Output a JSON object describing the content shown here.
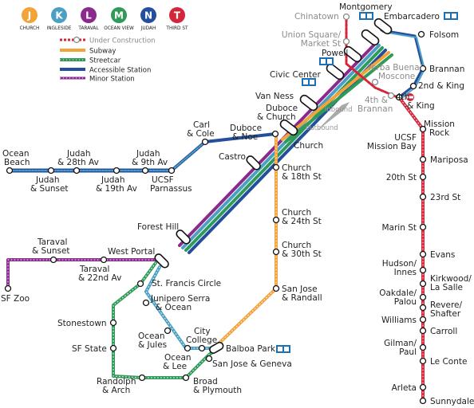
{
  "lines": [
    {
      "letter": "J",
      "name": "CHURCH",
      "color": "#f2a33a"
    },
    {
      "letter": "K",
      "name": "INGLESIDE",
      "color": "#4a9fc3"
    },
    {
      "letter": "L",
      "name": "TARAVAL",
      "color": "#8a2a8c"
    },
    {
      "letter": "M",
      "name": "OCEAN VIEW",
      "color": "#2f9a59"
    },
    {
      "letter": "N",
      "name": "JUDAH",
      "color": "#244f9c"
    },
    {
      "letter": "T",
      "name": "THIRD ST",
      "color": "#d4263a"
    }
  ],
  "legend": {
    "under_construction": "Under Construction",
    "subway": "Subway",
    "streetcar": "Streetcar",
    "accessible_station": "Accessible Station",
    "minor_station": "Minor Station"
  },
  "directions": {
    "inbound": "inbound",
    "outbound": "outbound"
  },
  "stations": {
    "montgomery": "Montgomery",
    "chinatown": "Chinatown",
    "embarcadero": "Embarcadero",
    "union_square_1": "Union Square/",
    "union_square_2": "Market St",
    "folsom": "Folsom",
    "powell": "Powell",
    "yerba_buena_1": "Yerba Buena/",
    "yerba_buena_2": "Moscone",
    "brannan": "Brannan",
    "civic_center": "Civic Center",
    "second_king": "2nd & King",
    "fourth_brannan_1": "4th &",
    "fourth_brannan_2": "Brannan",
    "fourth_king_1": "4th",
    "fourth_king_2": "& King",
    "van_ness": "Van Ness",
    "duboce_church_1": "Duboce",
    "duboce_church_2": "& Church",
    "mission_rock_1": "Mission",
    "mission_rock_2": "Rock",
    "carl_cole_1": "Carl",
    "carl_cole_2": "& Cole",
    "duboce_noe_1": "Duboce",
    "duboce_noe_2": "& Noe",
    "church": "Church",
    "ucsf_mission_bay_1": "UCSF",
    "ucsf_mission_bay_2": "Mission Bay",
    "ocean_beach_1": "Ocean",
    "ocean_beach_2": "Beach",
    "judah_28th_1": "Judah",
    "judah_28th_2": "& 28th Av",
    "judah_9th_1": "Judah",
    "judah_9th_2": "& 9th Av",
    "castro": "Castro",
    "mariposa": "Mariposa",
    "judah_sunset_1": "Judah",
    "judah_sunset_2": "& Sunset",
    "judah_19th_1": "Judah",
    "judah_19th_2": "& 19th Av",
    "ucsf_parnassus_1": "UCSF",
    "ucsf_parnassus_2": "Parnassus",
    "church_18th_1": "Church",
    "church_18th_2": "& 18th St",
    "twentieth": "20th St",
    "twentythird": "23rd St",
    "church_24th_1": "Church",
    "church_24th_2": "& 24th St",
    "forest_hill": "Forest Hill",
    "marin": "Marin St",
    "taraval_sunset_1": "Taraval",
    "taraval_sunset_2": "& Sunset",
    "west_portal": "West Portal",
    "church_30th_1": "Church",
    "church_30th_2": "& 30th St",
    "evans": "Evans",
    "taraval_22nd_1": "Taraval",
    "taraval_22nd_2": "& 22nd Av",
    "hudson_1": "Hudson/",
    "hudson_2": "Innes",
    "st_francis": "St. Francis Circle",
    "kirkwood_1": "Kirkwood/",
    "kirkwood_2": "La Salle",
    "sf_zoo": "SF Zoo",
    "san_jose_randall_1": "San Jose",
    "san_jose_randall_2": "& Randall",
    "junipero_1": "Junipero Serra",
    "junipero_2": "& Ocean",
    "oakdale_1": "Oakdale/",
    "oakdale_2": "Palou",
    "revere_1": "Revere/",
    "revere_2": "Shafter",
    "stonestown": "Stonestown",
    "williams": "Williams",
    "carroll": "Carroll",
    "ocean_jules_1": "Ocean",
    "ocean_jules_2": "& Jules",
    "city_college_1": "City",
    "city_college_2": "College",
    "sf_state": "SF State",
    "balboa_park": "Balboa Park",
    "gilman_1": "Gilman/",
    "gilman_2": "Paul",
    "ocean_lee_1": "Ocean",
    "ocean_lee_2": "& Lee",
    "le_conte": "Le Conte",
    "san_jose_geneva": "San Jose & Geneva",
    "randolph_1": "Randolph",
    "randolph_2": "& Arch",
    "broad_1": "Broad",
    "broad_2": "& Plymouth",
    "arleta": "Arleta",
    "sunnydale": "Sunnydale"
  },
  "colors": {
    "subway": "#f2a33a",
    "streetcar": "#2f9a59",
    "accessible": "#244f9c",
    "minor": "#8a2a8c",
    "construction": "#d4263a"
  }
}
